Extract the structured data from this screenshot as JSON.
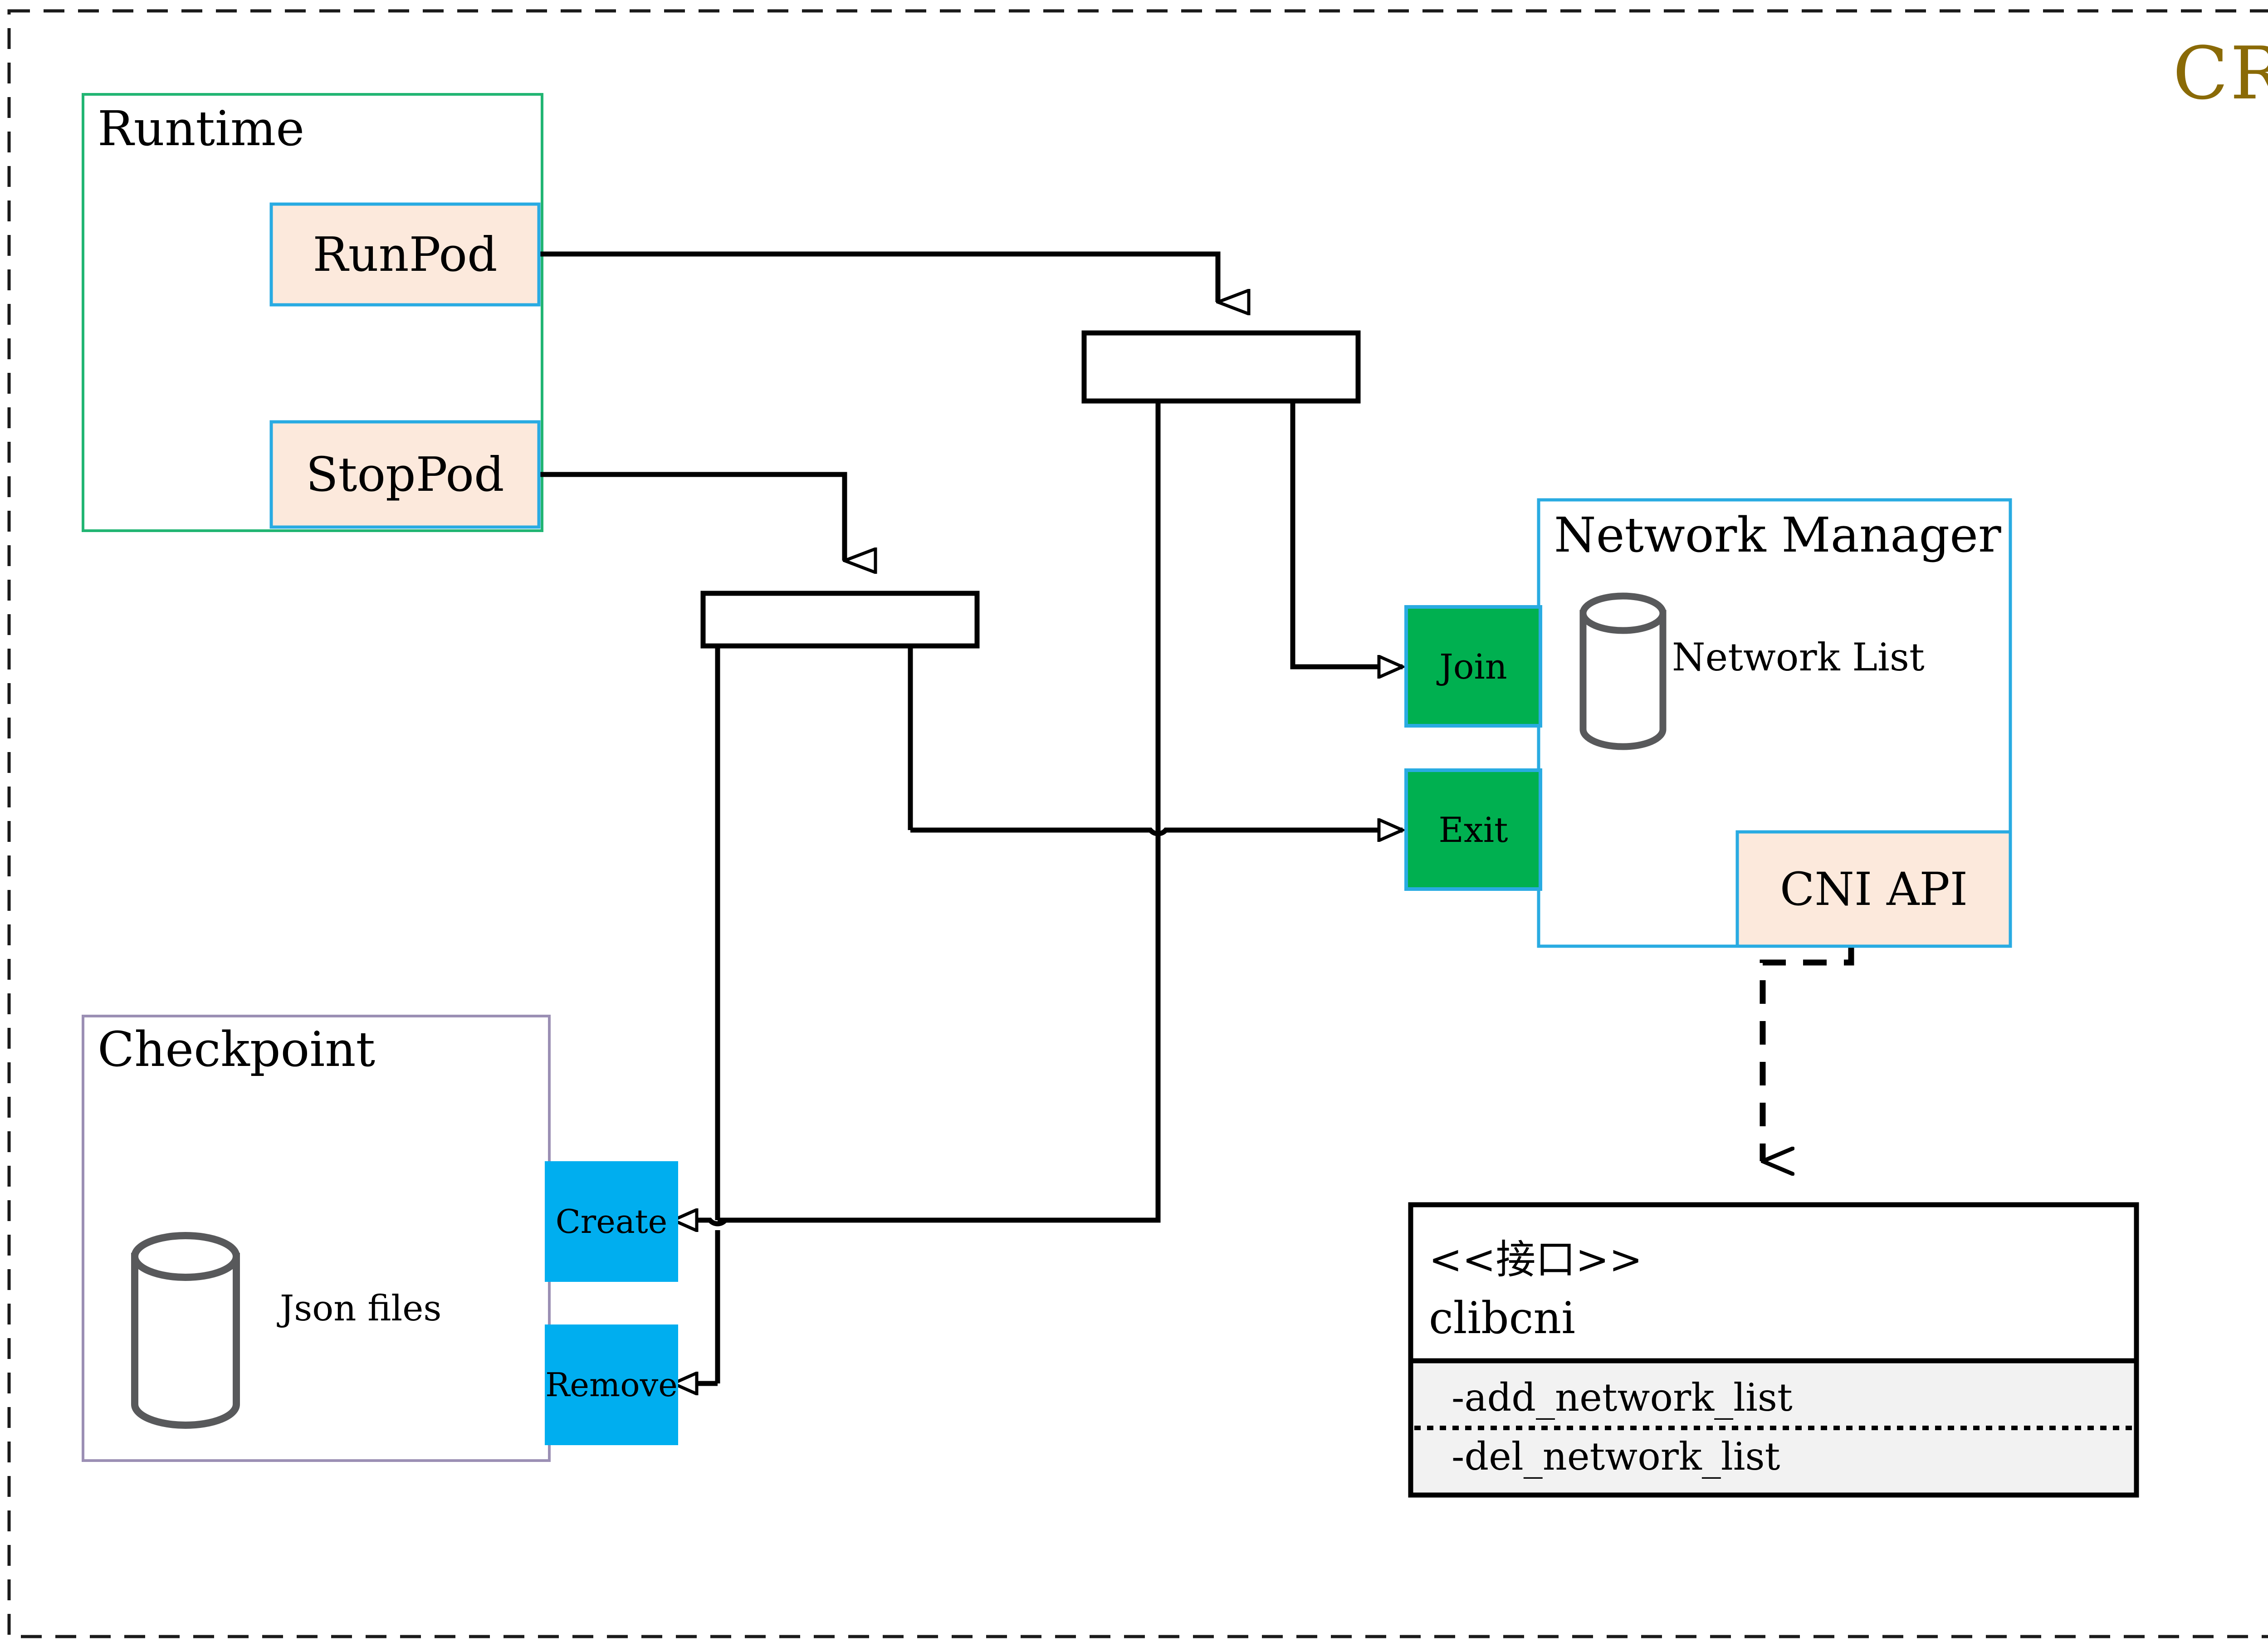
{
  "diagram": {
    "title": "CRI",
    "title_color": "#8a6a06",
    "outer_border_style": "dashed",
    "groups": [
      {
        "id": "runtime",
        "label": "Runtime",
        "border_color": "#22b573",
        "fill": "#ffffff"
      },
      {
        "id": "checkpoint",
        "label": "Checkpoint",
        "border_color": "#9b8fb4",
        "fill": "#ffffff"
      },
      {
        "id": "netmgr",
        "label": "Network Manager",
        "border_color": "#29abe2",
        "fill": "#ffffff"
      }
    ],
    "nodes": [
      {
        "id": "runpod",
        "label": "RunPod",
        "fill": "#fce9dc",
        "border": "#29abe2",
        "kind": "operation"
      },
      {
        "id": "stoppod",
        "label": "StopPod",
        "fill": "#fce9dc",
        "border": "#29abe2",
        "kind": "operation"
      },
      {
        "id": "join",
        "label": "Join",
        "fill": "#00b050",
        "border": "#29abe2",
        "kind": "port"
      },
      {
        "id": "exit",
        "label": "Exit",
        "fill": "#00b050",
        "border": "#29abe2",
        "kind": "port"
      },
      {
        "id": "create",
        "label": "Create",
        "fill": "#00aeef",
        "border": "#00aeef",
        "kind": "port"
      },
      {
        "id": "remove",
        "label": "Remove",
        "fill": "#00aeef",
        "border": "#00aeef",
        "kind": "port"
      },
      {
        "id": "cniapi",
        "label": "CNI API",
        "fill": "#fce9dc",
        "border": "#29abe2",
        "kind": "operation"
      }
    ],
    "datastores": [
      {
        "id": "json-files",
        "label": "Json files",
        "parent": "checkpoint"
      },
      {
        "id": "network-list",
        "label": "Network List",
        "parent": "netmgr"
      }
    ],
    "junctions": [
      {
        "id": "junction-upper",
        "label": ""
      },
      {
        "id": "junction-lower",
        "label": ""
      }
    ],
    "interface": {
      "stereotype": "<<接口>>",
      "name": "clibcni",
      "methods_bg": "#f2f2f2",
      "methods": [
        "-add_network_list",
        "-del_network_list"
      ]
    }
  }
}
